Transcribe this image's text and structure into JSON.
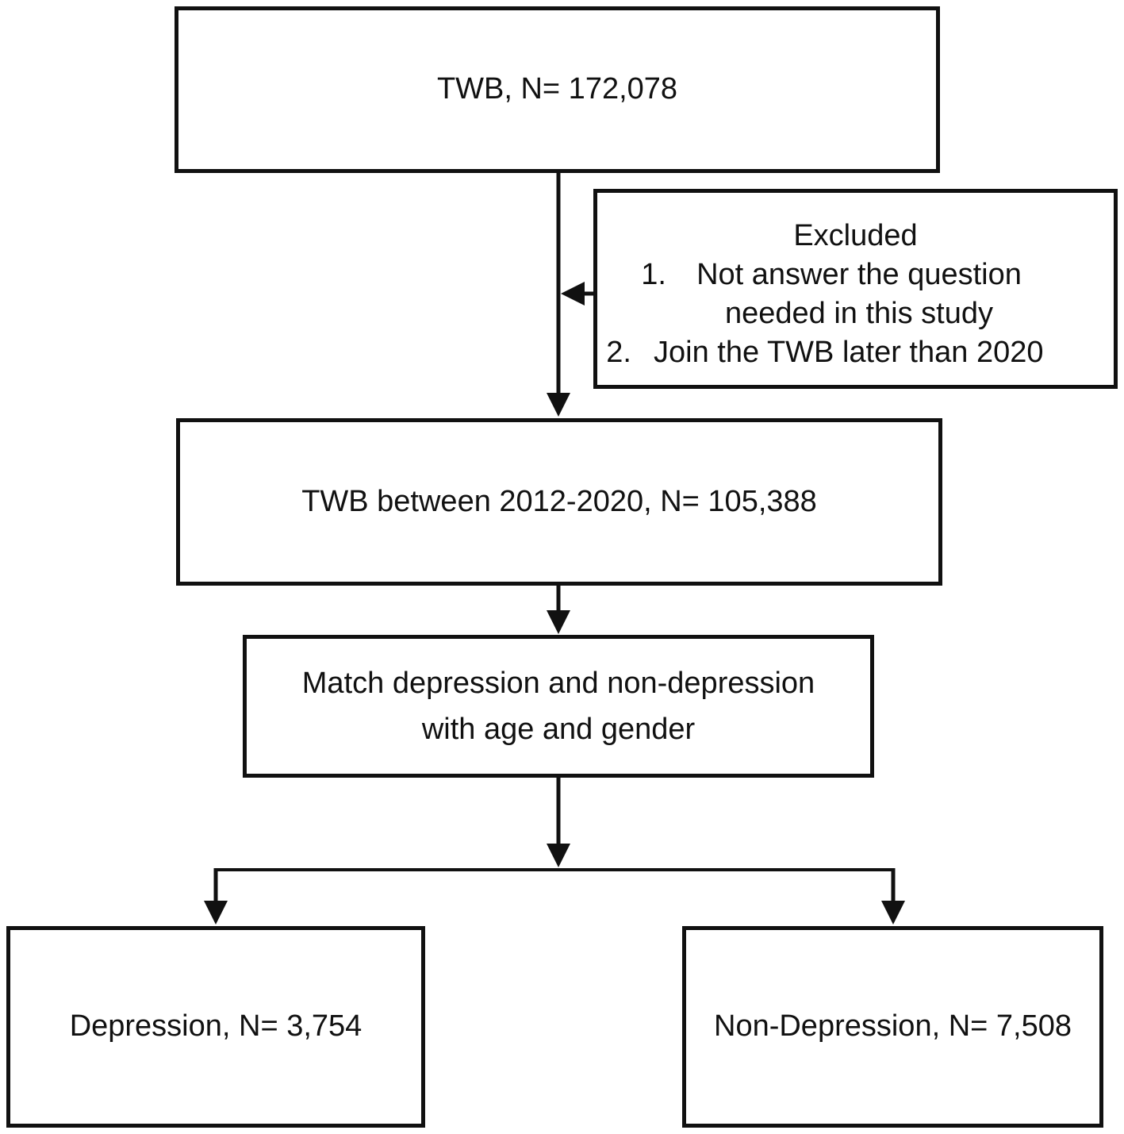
{
  "flowchart": {
    "top_box": {
      "text": "TWB, N= 172,078"
    },
    "excluded_box": {
      "heading": "Excluded",
      "items": [
        {
          "number": "1.",
          "text": "Not answer the question needed in this study"
        },
        {
          "number": "2.",
          "text": "Join the TWB later than 2020"
        }
      ]
    },
    "between_box": {
      "text": "TWB between 2012-2020, N= 105,388"
    },
    "match_box": {
      "text": "Match depression and non-depression with age and gender"
    },
    "depression_box": {
      "text": "Depression, N= 3,754"
    },
    "non_depression_box": {
      "text": "Non-Depression, N= 7,508"
    }
  }
}
